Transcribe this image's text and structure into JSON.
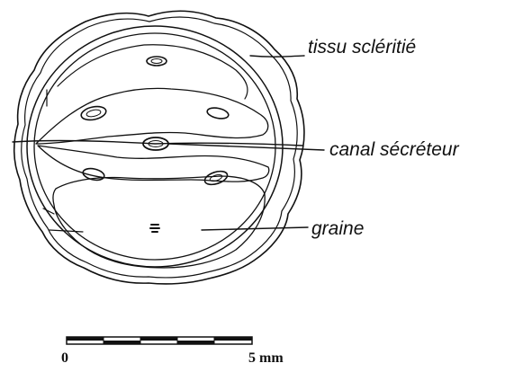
{
  "labels": {
    "sclerified_tissue": "tissu scléritié",
    "secretory_canal": "canal sécréteur",
    "seed": "graine"
  },
  "scale_bar": {
    "start": "0",
    "end": "5 mm"
  },
  "colors": {
    "ink": "#111111",
    "background": "#ffffff"
  }
}
